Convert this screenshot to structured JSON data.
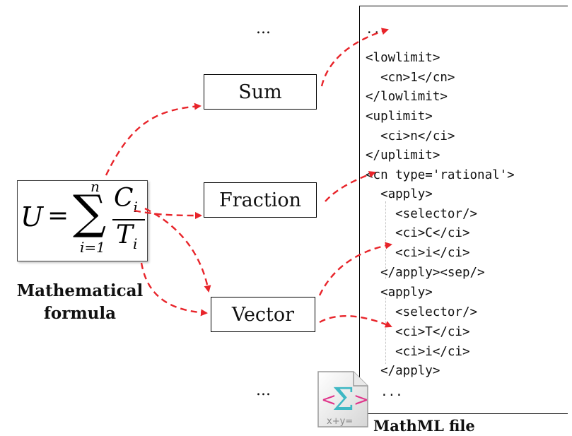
{
  "formula": {
    "lhs": "U",
    "equals": "=",
    "sum_symbol": "∑",
    "upper_limit": "n",
    "lower_limit": "i=1",
    "numerator_var": "C",
    "numerator_sub": "i",
    "denominator_var": "T",
    "denominator_sub": "i",
    "caption_line1": "Mathematical",
    "caption_line2": "formula"
  },
  "nodes": {
    "sum": "Sum",
    "fraction": "Fraction",
    "vector": "Vector",
    "ellipsis_top": "...",
    "ellipsis_bottom": "..."
  },
  "mathml": {
    "lines": [
      "...",
      "<lowlimit>",
      "  <cn>1</cn>",
      "</lowlimit>",
      "<uplimit>",
      "  <ci>n</ci>",
      "</uplimit>",
      "<cn type='rational'>",
      "  <apply>",
      "    <selector/>",
      "    <ci>C</ci>",
      "    <ci>i</ci>",
      "  </apply><sep/>",
      "  <apply>",
      "    <selector/>",
      "    <ci>T</ci>",
      "    <ci>i</ci>",
      "  </apply>",
      "  ..."
    ],
    "caption": "MathML file",
    "file_icon_text": "x+y="
  },
  "colors": {
    "arrow": "#e8242a",
    "icon_teal": "#3fb8c4",
    "icon_pink": "#e0348a"
  }
}
